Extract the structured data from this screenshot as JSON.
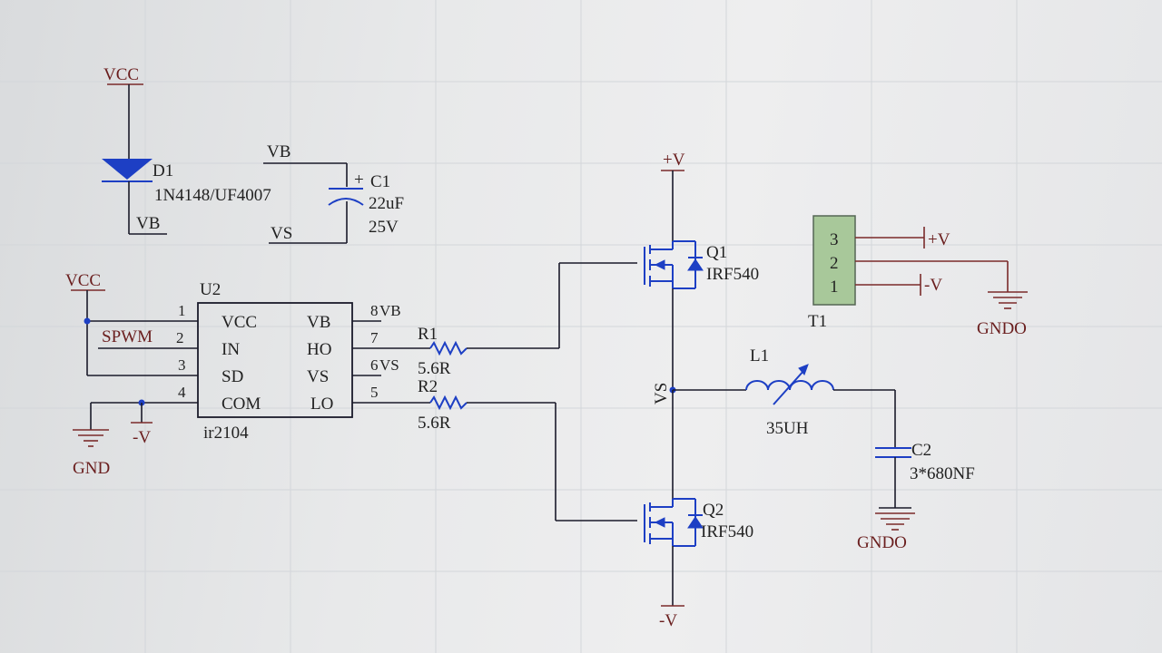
{
  "diode": {
    "ref": "D1",
    "part": "1N4148/UF4007",
    "top_net": "VCC",
    "bottom_net": "VB"
  },
  "cap1": {
    "ref": "C1",
    "polarity": "+",
    "value": "22uF",
    "voltage": "25V",
    "top_net": "VB",
    "bottom_net": "VS"
  },
  "driver": {
    "ref": "U2",
    "part": "ir2104",
    "left_pins": [
      {
        "num": "1",
        "name": "VCC"
      },
      {
        "num": "2",
        "name": "IN"
      },
      {
        "num": "3",
        "name": "SD"
      },
      {
        "num": "4",
        "name": "COM"
      }
    ],
    "right_pins": [
      {
        "num": "8",
        "name": "VB",
        "net": "VB"
      },
      {
        "num": "7",
        "name": "HO",
        "net": ""
      },
      {
        "num": "6",
        "name": "VS",
        "net": "VS"
      },
      {
        "num": "5",
        "name": "LO",
        "net": ""
      }
    ]
  },
  "nets": {
    "vcc": "VCC",
    "spwm": "SPWM",
    "gnd": "GND",
    "neg_v": "-V",
    "pos_v": "+V",
    "vs": "VS",
    "gndo": "GNDO"
  },
  "r1": {
    "ref": "R1",
    "value": "5.6R"
  },
  "r2": {
    "ref": "R2",
    "value": "5.6R"
  },
  "q1": {
    "ref": "Q1",
    "part": "IRF540"
  },
  "q2": {
    "ref": "Q2",
    "part": "IRF540"
  },
  "l1": {
    "ref": "L1",
    "value": "35UH"
  },
  "c2": {
    "ref": "C2",
    "value": "3*680NF"
  },
  "t1": {
    "ref": "T1",
    "pins": [
      "3",
      "2",
      "1"
    ],
    "pin3_net": "+V",
    "pin1_net": "-V",
    "pin2_net": "GNDO"
  },
  "colors": {
    "wire": "#1a1a2a",
    "component": "#1d3fc4",
    "power_label": "#7a2a2a",
    "connector": "#a8c89a"
  }
}
